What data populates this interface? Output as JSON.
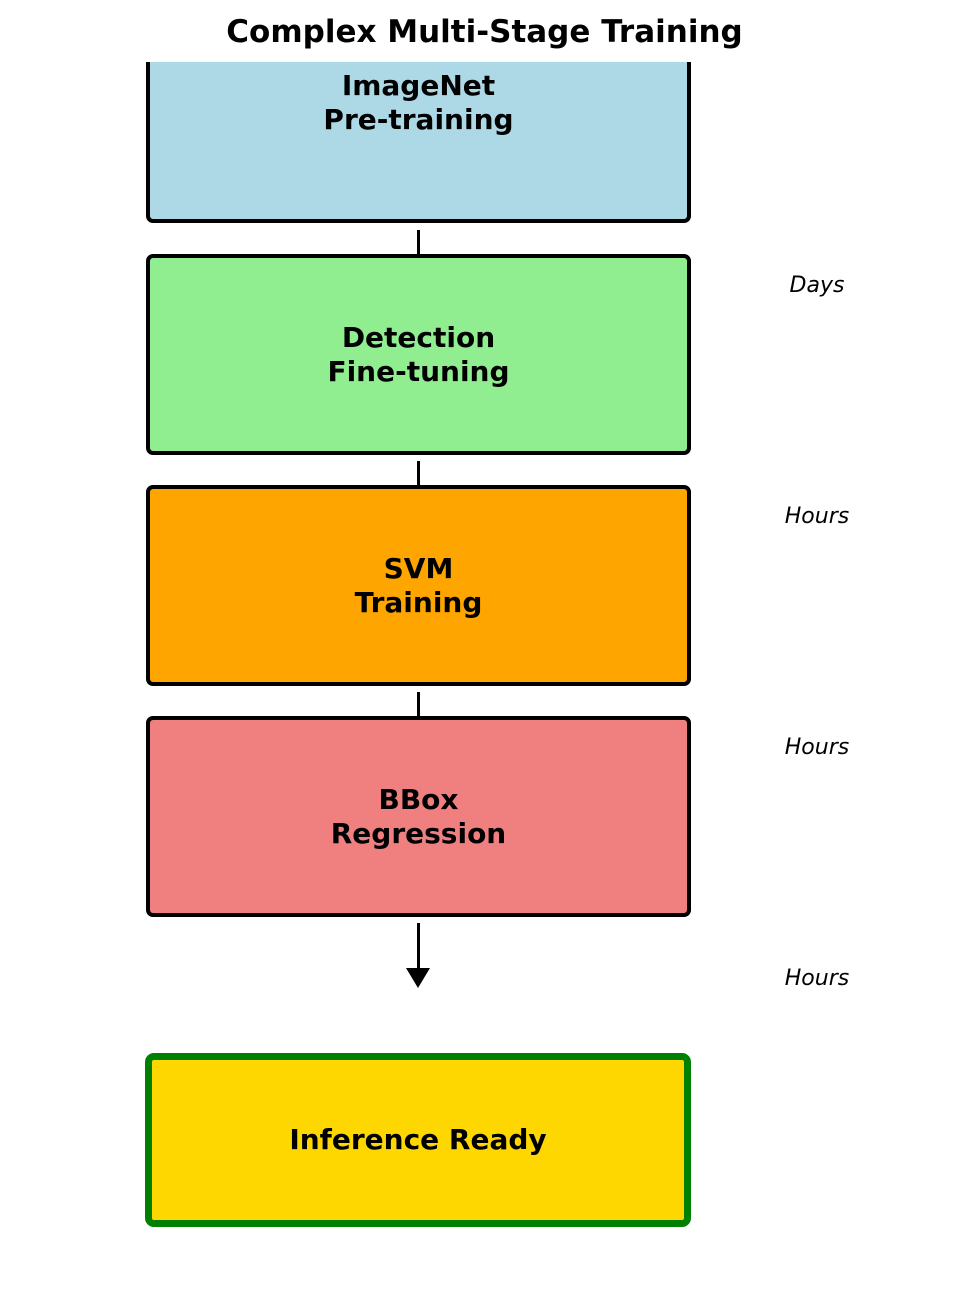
{
  "title": "Complex Multi-Stage Training",
  "stages": [
    {
      "label": "ImageNet\nPre-training",
      "fill": "#add8e6",
      "border": "#000000"
    },
    {
      "label": "Detection\nFine-tuning",
      "fill": "#90ee90",
      "border": "#000000"
    },
    {
      "label": "SVM\nTraining",
      "fill": "#ffa500",
      "border": "#000000"
    },
    {
      "label": "BBox\nRegression",
      "fill": "#f08080",
      "border": "#000000"
    },
    {
      "label": "Inference Ready",
      "fill": "#ffd700",
      "border": "#008000"
    }
  ],
  "durations": [
    "Days",
    "Hours",
    "Hours",
    "Hours"
  ]
}
